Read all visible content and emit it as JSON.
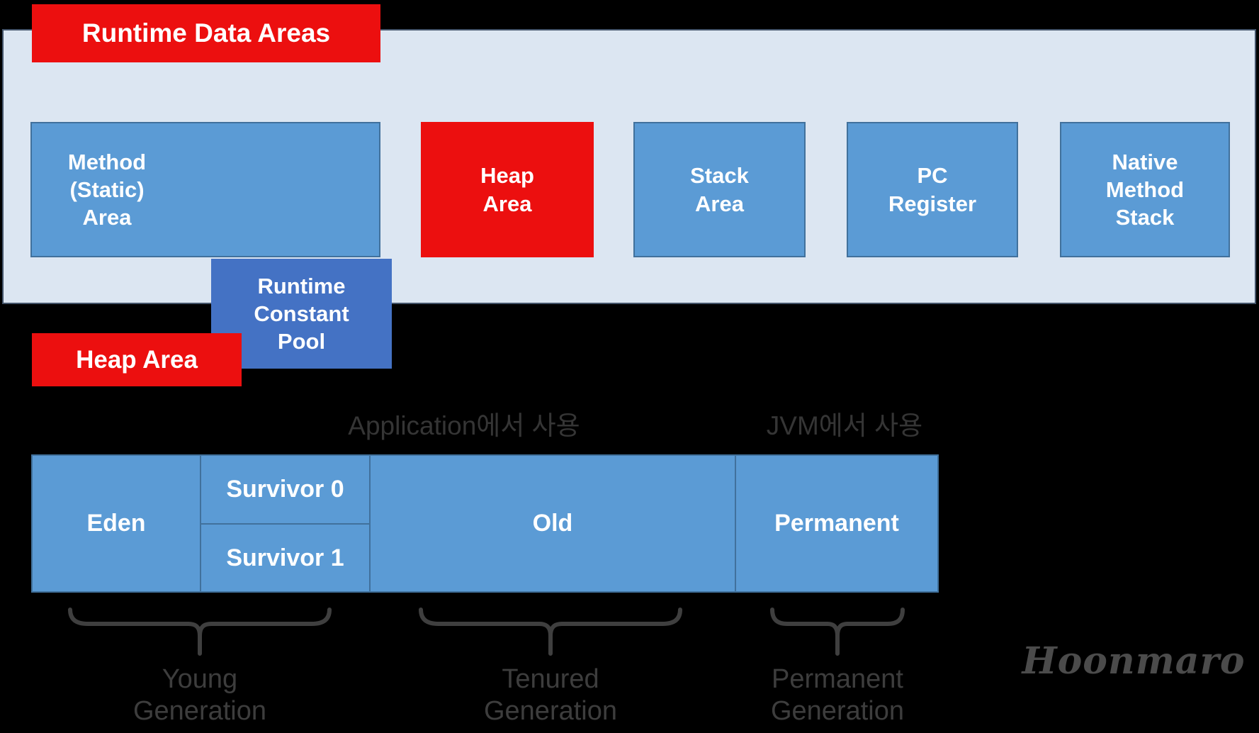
{
  "colors": {
    "background": "#000000",
    "panel_background": "#dce6f2",
    "panel_border": "#44546a",
    "box_blue": "#5b9bd5",
    "box_blue_border": "#41719c",
    "box_dark_blue": "#4472c4",
    "accent_red": "#ec0f0f",
    "box_text": "#ffffff",
    "annotation_gray": "#3d3d3d"
  },
  "runtime_panel": {
    "title": "Runtime Data Areas",
    "method_area": {
      "label": "Method\n(Static)\nArea"
    },
    "runtime_constant_pool": {
      "label": "Runtime\nConstant\nPool"
    },
    "heap_area": {
      "label": "Heap\nArea"
    },
    "stack_area": {
      "label": "Stack\nArea"
    },
    "pc_register": {
      "label": "PC\nRegister"
    },
    "native_method_stack": {
      "label": "Native\nMethod\nStack"
    }
  },
  "heap_section": {
    "title": "Heap Area",
    "app_usage_label": "Application에서 사용",
    "jvm_usage_label": "JVM에서 사용",
    "eden": {
      "label": "Eden"
    },
    "survivor0": {
      "label": "Survivor 0"
    },
    "survivor1": {
      "label": "Survivor 1"
    },
    "old": {
      "label": "Old"
    },
    "permanent": {
      "label": "Permanent"
    },
    "young_generation": {
      "label": "Young\nGeneration"
    },
    "tenured_generation": {
      "label": "Tenured\nGeneration"
    },
    "permanent_generation": {
      "label": "Permanent\nGeneration"
    },
    "signature": "Hoonmaro"
  }
}
